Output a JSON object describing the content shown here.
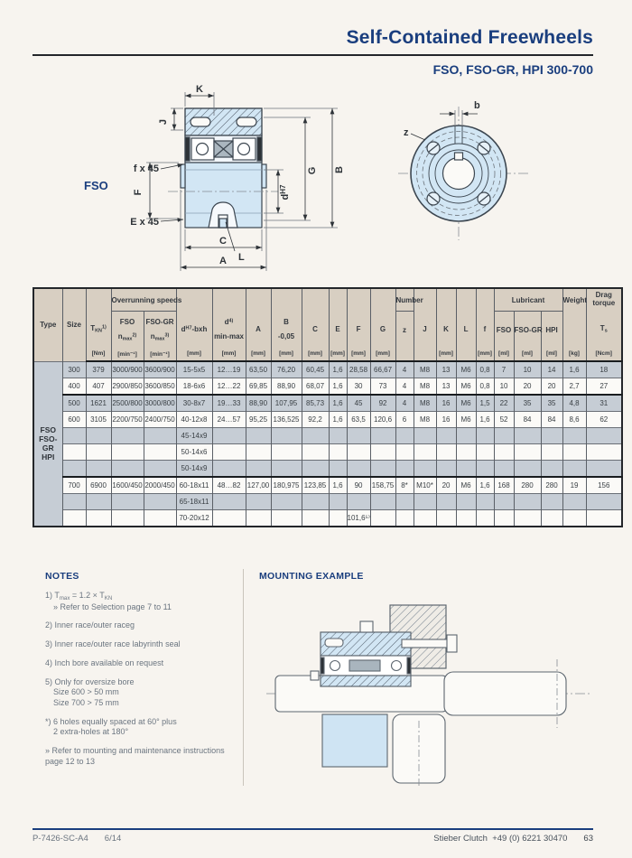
{
  "header": {
    "title": "Self-Contained Freewheels",
    "subtitle": "FSO, FSO-GR, HPI 300-700",
    "accent_color": "#1a3e7e"
  },
  "drawing": {
    "product": "FSO",
    "dims": {
      "K": "K",
      "J": "J",
      "F": "F",
      "f45": "f x 45",
      "E45": "E x 45",
      "d_base": "d",
      "d_sup": "H7",
      "G": "G",
      "B": "B",
      "C": "C",
      "A": "A",
      "L": "L",
      "z": "z",
      "b": "b"
    }
  },
  "table": {
    "groups": {
      "type": "Type",
      "size": "Size",
      "overrunning": "Overrunning speeds",
      "number": "Number",
      "lubricant": "Lubricant",
      "weight": "Weight",
      "drag": "Drag torque"
    },
    "sub": {
      "t_base": "T",
      "t_sub": "KN",
      "t_sup": "1)",
      "fso": "FSO",
      "fso_gr": "FSO-GR",
      "n_base": "n",
      "n_sub": "max",
      "n_sup_fso": "2)",
      "n_sup_fsogr": "3)",
      "d1_base": "d",
      "d1_sup": "H7",
      "d1_rest": "-bxh",
      "d2_base": "d",
      "d2_sup": "4)",
      "d2_line2": "min-max",
      "A": "A",
      "B": "B",
      "B2": "-0,05",
      "C": "C",
      "E": "E",
      "F": "F",
      "G": "G",
      "z": "z",
      "J": "J",
      "K": "K",
      "L": "L",
      "f": "f",
      "lub_fso": "FSO",
      "lub_fsogr": "FSO-GR",
      "lub_hpi": "HPI",
      "ts_base": "T",
      "ts_sub": "s"
    },
    "units": {
      "nm": "[Nm]",
      "min": "[min⁻¹]",
      "mm": "[mm]",
      "ml": "[ml]",
      "kg": "[kg]",
      "ncm": "[Ncm]",
      "none": ""
    },
    "type_cell": {
      "lines": [
        "FSO",
        "FSO-",
        "GR",
        "HPI"
      ]
    },
    "rows": [
      {
        "shaded": true,
        "thick_top": false,
        "cells": [
          "300",
          "379",
          "3000/900",
          "3600/900",
          "15-5x5",
          "12…19",
          "63,50",
          "76,20",
          "60,45",
          "1,6",
          "28,58",
          "66,67",
          "4",
          "M8",
          "13",
          "M6",
          "0,8",
          "7",
          "10",
          "14",
          "1,6",
          "18"
        ]
      },
      {
        "shaded": false,
        "thick_top": false,
        "cells": [
          "400",
          "407",
          "2900/850",
          "3600/850",
          "18-6x6",
          "12…22",
          "69,85",
          "88,90",
          "68,07",
          "1,6",
          "30",
          "73",
          "4",
          "M8",
          "13",
          "M6",
          "0,8",
          "10",
          "20",
          "20",
          "2,7",
          "27"
        ]
      },
      {
        "shaded": true,
        "thick_top": true,
        "cells": [
          "500",
          "1621",
          "2500/800",
          "3000/800",
          "30-8x7",
          "19…33",
          "88,90",
          "107,95",
          "85,73",
          "1,6",
          "45",
          "92",
          "4",
          "M8",
          "16",
          "M6",
          "1,5",
          "22",
          "35",
          "35",
          "4,8",
          "31"
        ]
      },
      {
        "shaded": false,
        "thick_top": false,
        "cells": [
          "600",
          "3105",
          "2200/750",
          "2400/750",
          "40-12x8",
          "24…57",
          "95,25",
          "136,525",
          "92,2",
          "1,6",
          "63,5",
          "120,6",
          "6",
          "M8",
          "16",
          "M6",
          "1,6",
          "52",
          "84",
          "84",
          "8,6",
          "62"
        ]
      },
      {
        "shaded": true,
        "thick_top": false,
        "cells": [
          "",
          "",
          "",
          "",
          "45-14x9",
          "",
          "",
          "",
          "",
          "",
          "",
          "",
          "",
          "",
          "",
          "",
          "",
          "",
          "",
          "",
          "",
          ""
        ]
      },
      {
        "shaded": false,
        "thick_top": false,
        "cells": [
          "",
          "",
          "",
          "",
          "50-14x6",
          "",
          "",
          "",
          "",
          "",
          "",
          "",
          "",
          "",
          "",
          "",
          "",
          "",
          "",
          "",
          "",
          ""
        ]
      },
      {
        "shaded": true,
        "thick_top": false,
        "cells": [
          "",
          "",
          "",
          "",
          "50-14x9",
          "",
          "",
          "",
          "",
          "",
          "",
          "",
          "",
          "",
          "",
          "",
          "",
          "",
          "",
          "",
          "",
          ""
        ]
      },
      {
        "shaded": false,
        "thick_top": true,
        "cells": [
          "700",
          "6900",
          "1600/450",
          "2000/450",
          "60-18x11",
          "48…82",
          "127,00",
          "180,975",
          "123,85",
          "1,6",
          "90",
          "158,75",
          "8*",
          "M10*",
          "20",
          "M6",
          "1,6",
          "168",
          "280",
          "280",
          "19",
          "156"
        ]
      },
      {
        "shaded": true,
        "thick_top": false,
        "cells": [
          "",
          "",
          "",
          "",
          "65-18x11",
          "",
          "",
          "",
          "",
          "",
          "",
          "",
          "",
          "",
          "",
          "",
          "",
          "",
          "",
          "",
          "",
          ""
        ]
      },
      {
        "shaded": false,
        "thick_top": false,
        "cells": [
          "",
          "",
          "",
          "",
          "70-20x12",
          "",
          "",
          "",
          "",
          "",
          "101,6⁵⁾",
          "",
          "",
          "",
          "",
          "",
          "",
          "",
          "",
          "",
          "",
          ""
        ]
      }
    ]
  },
  "notes": {
    "heading": "NOTES",
    "n1a1": "1) T",
    "n1a2": "max",
    "n1a3": " = 1.2 × T",
    "n1a4": "KN",
    "n1b": "» Refer to Selection page 7 to 11",
    "n2": "2) Inner race/outer raceg",
    "n3": "3) Inner race/outer race labyrinth seal",
    "n4": "4) Inch bore available on request",
    "n5a": "5) Only for oversize bore",
    "n5b": "Size 600 > 50 mm",
    "n5c": "Size 700 > 75 mm",
    "n6a": "*) 6 holes equally spaced at 60° plus",
    "n6b": "2 extra-holes at 180°",
    "n7a": "» Refer to mounting and maintenance instructions",
    "n7b": "page 12 to 13"
  },
  "mounting": {
    "heading": "MOUNTING EXAMPLE"
  },
  "footer": {
    "doc_code": "P-7426-SC-A4",
    "issue": "6/14",
    "brand": "Stieber Clutch",
    "phone": "+49 (0) 6221 30470",
    "page": "63"
  }
}
